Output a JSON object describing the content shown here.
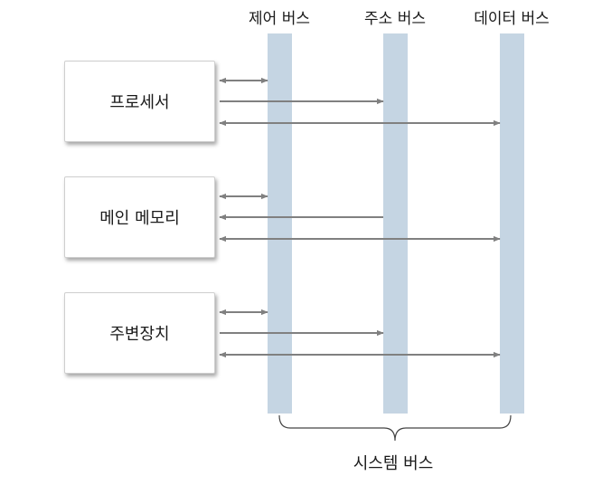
{
  "buses": [
    {
      "id": "control",
      "label": "제어 버스"
    },
    {
      "id": "address",
      "label": "주소 버스"
    },
    {
      "id": "data",
      "label": "데이터 버스"
    }
  ],
  "components": [
    {
      "label": "프로세서",
      "connections": [
        {
          "bus": "control",
          "direction": "bidirectional"
        },
        {
          "bus": "address",
          "direction": "to-bus"
        },
        {
          "bus": "data",
          "direction": "bidirectional"
        }
      ]
    },
    {
      "label": "메인 메모리",
      "connections": [
        {
          "bus": "control",
          "direction": "bidirectional"
        },
        {
          "bus": "address",
          "direction": "from-bus"
        },
        {
          "bus": "data",
          "direction": "bidirectional"
        }
      ]
    },
    {
      "label": "주변장치",
      "connections": [
        {
          "bus": "control",
          "direction": "bidirectional"
        },
        {
          "bus": "address",
          "direction": "to-bus"
        },
        {
          "bus": "data",
          "direction": "bidirectional"
        }
      ]
    }
  ],
  "system_bus_label": "시스템 버스",
  "colors": {
    "bus_fill": "#c5d5e3",
    "arrow": "#808080",
    "text": "#1a1a1a",
    "brace": "#444444"
  }
}
